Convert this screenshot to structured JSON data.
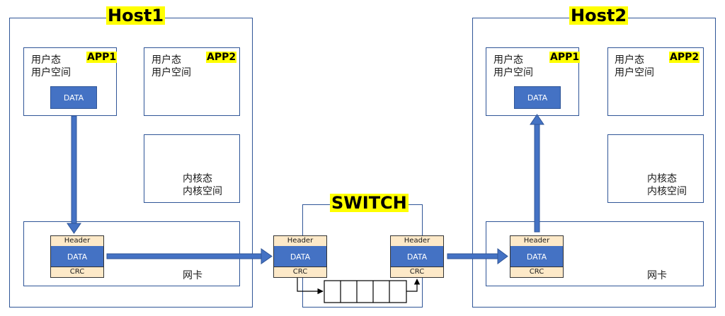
{
  "host1": {
    "title": "Host1",
    "app1": {
      "tag": "APP1",
      "line1": "用户态",
      "line2": "用户空间",
      "data": "DATA"
    },
    "app2": {
      "tag": "APP2",
      "line1": "用户态",
      "line2": "用户空间"
    },
    "kernel": {
      "line1": "内核态",
      "line2": "内核空间"
    },
    "nic": {
      "label": "网卡"
    },
    "packet": {
      "header": "Header",
      "data": "DATA",
      "crc": "CRC"
    }
  },
  "switch": {
    "title": "SWITCH",
    "in_packet": {
      "header": "Header",
      "data": "DATA",
      "crc": "CRC"
    },
    "out_packet": {
      "header": "Header",
      "data": "DATA",
      "crc": "CRC"
    }
  },
  "host2": {
    "title": "Host2",
    "app1": {
      "tag": "APP1",
      "line1": "用户态",
      "line2": "用户空间",
      "data": "DATA"
    },
    "app2": {
      "tag": "APP2",
      "line1": "用户态",
      "line2": "用户空间"
    },
    "kernel": {
      "line1": "内核态",
      "line2": "内核空间"
    },
    "nic": {
      "label": "网卡"
    },
    "packet": {
      "header": "Header",
      "data": "DATA",
      "crc": "CRC"
    }
  },
  "colors": {
    "border": "#2f5597",
    "data": "#4472c4",
    "arrow": "#4472c4",
    "highlight": "#ffff00",
    "header": "#fde9c8"
  }
}
